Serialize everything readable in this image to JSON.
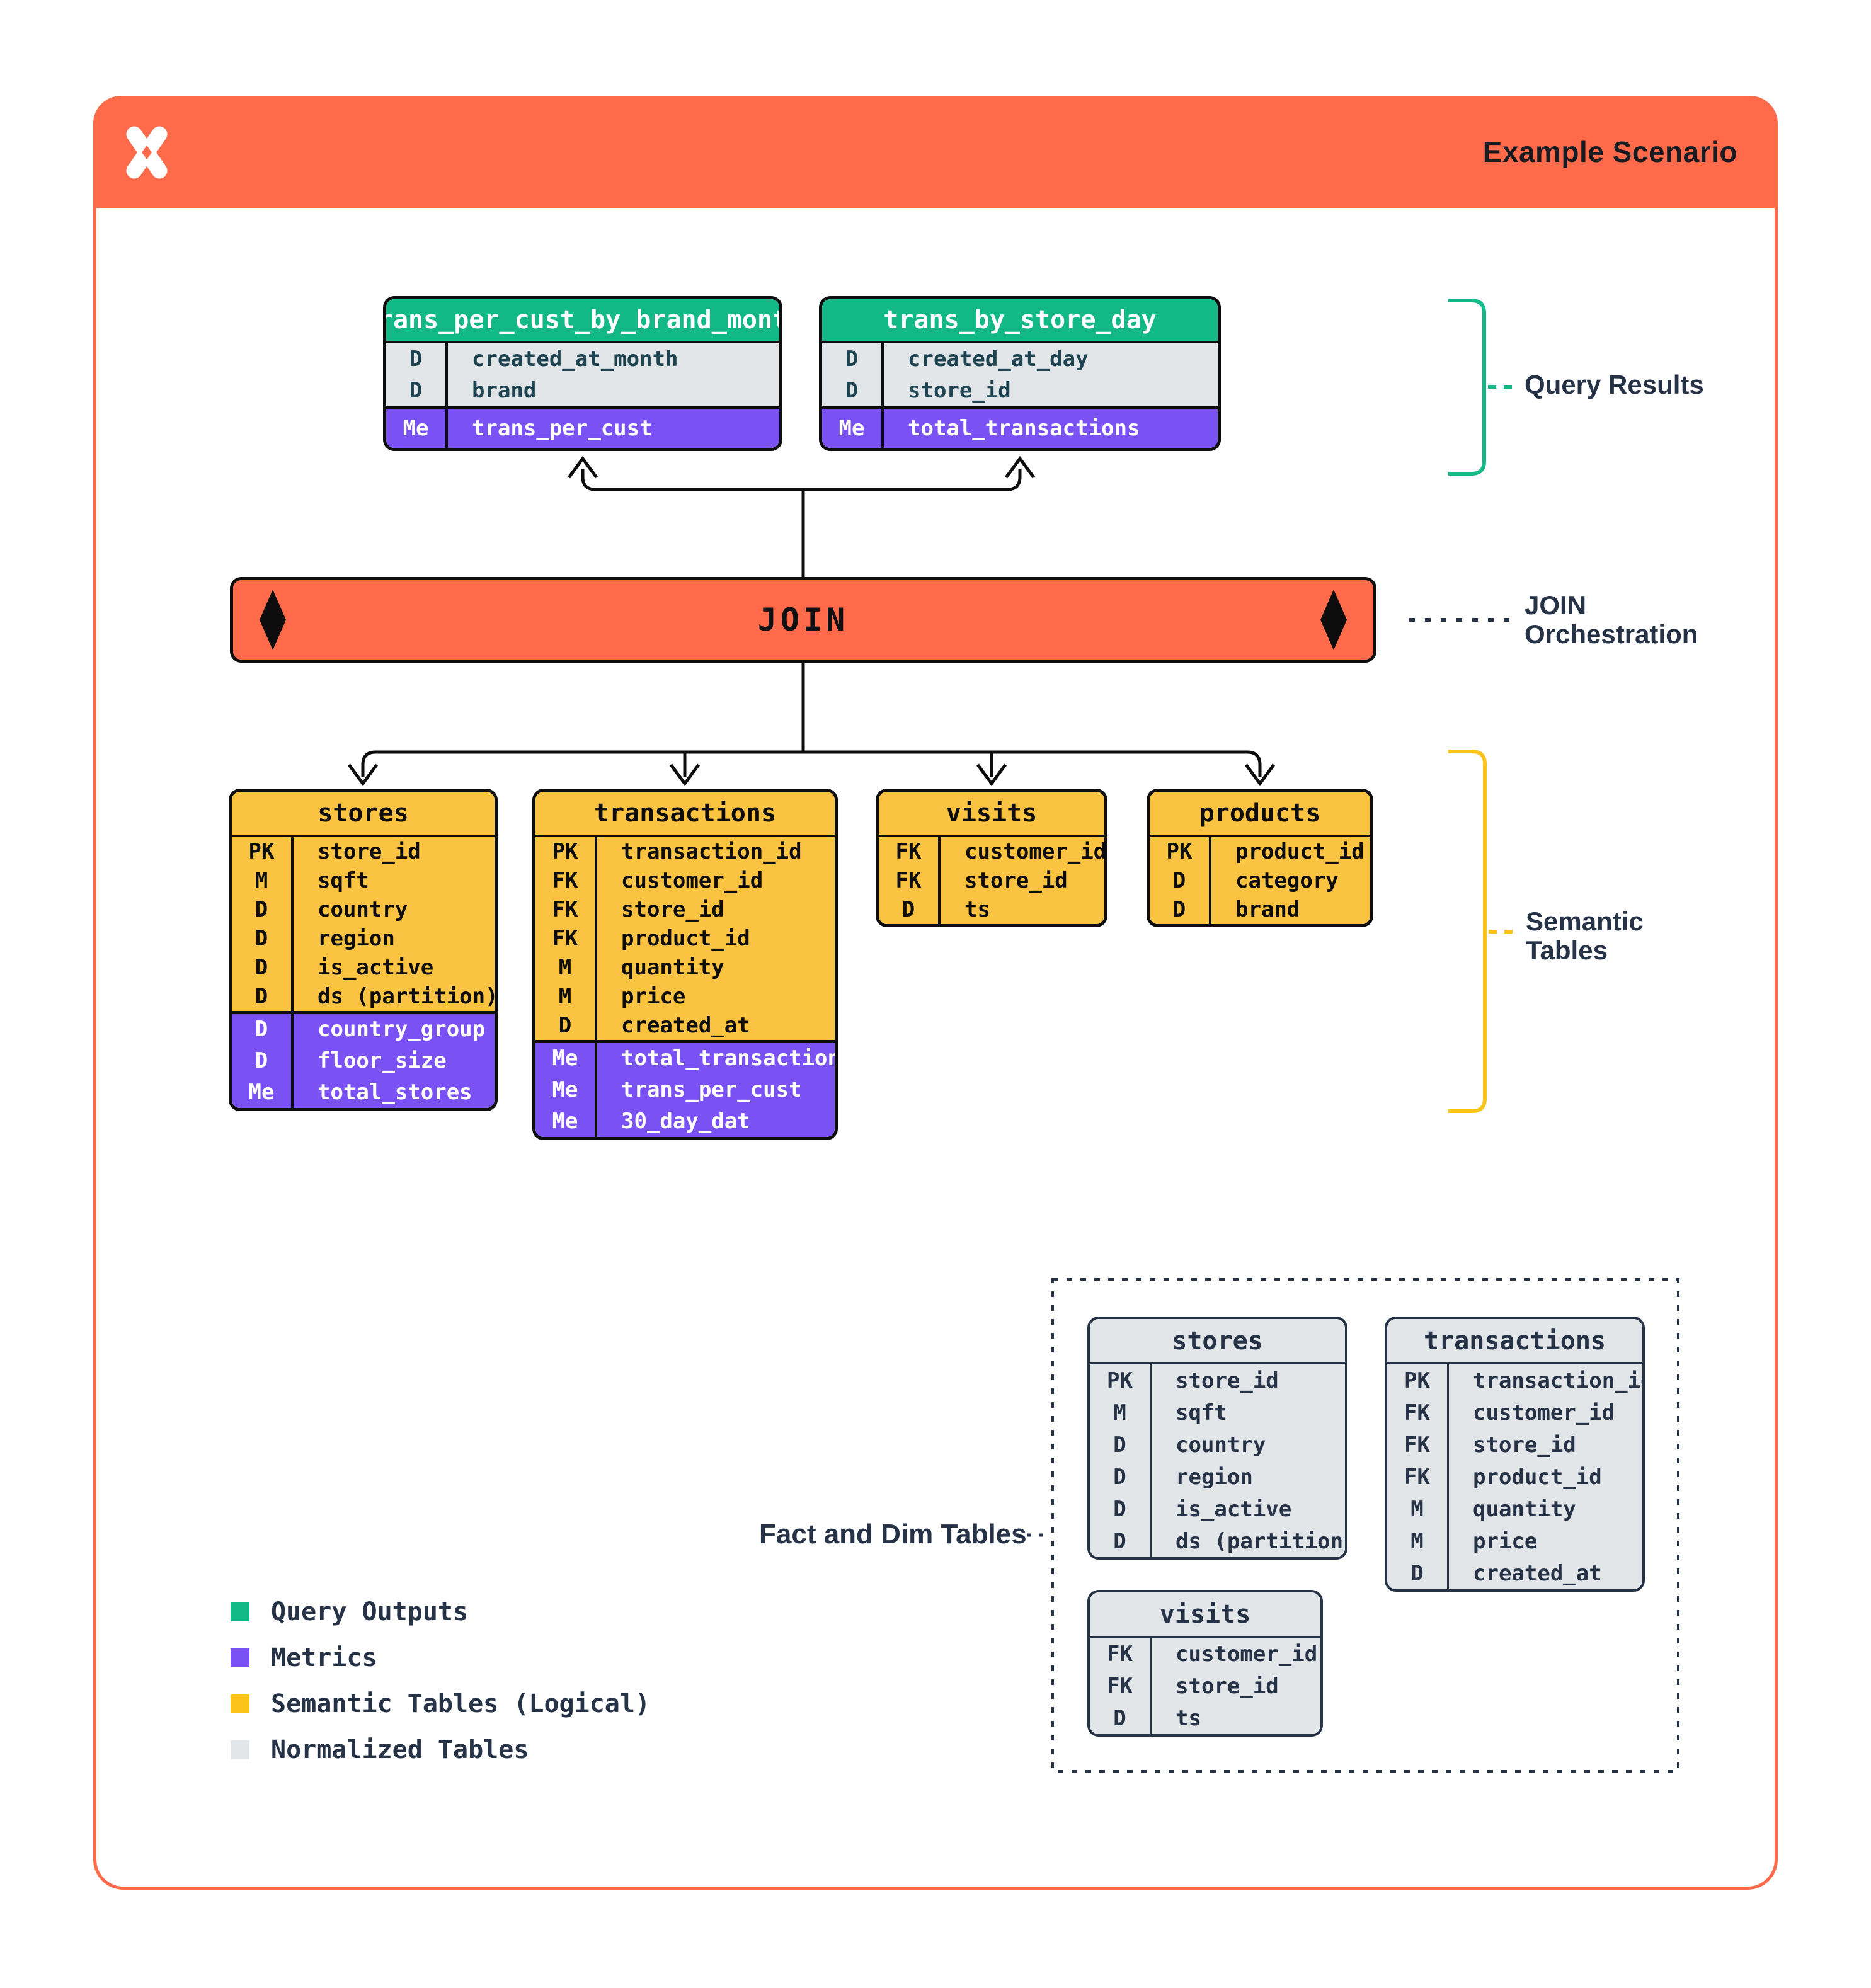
{
  "header": {
    "title": "Example Scenario"
  },
  "join_bar": {
    "label": "JOIN"
  },
  "annotations": {
    "query_results": "Query Results",
    "join_orchestration": "JOIN\nOrchestration",
    "semantic_tables": "Semantic\nTables",
    "fact_and_dim": "Fact and Dim Tables"
  },
  "query_result_tables": [
    {
      "name": "trans_per_cust_by_brand_month",
      "fields": [
        {
          "key": "D",
          "name": "created_at_month"
        },
        {
          "key": "D",
          "name": "brand"
        }
      ],
      "metrics": [
        {
          "key": "Me",
          "name": "trans_per_cust"
        }
      ]
    },
    {
      "name": "trans_by_store_day",
      "fields": [
        {
          "key": "D",
          "name": "created_at_day"
        },
        {
          "key": "D",
          "name": "store_id"
        }
      ],
      "metrics": [
        {
          "key": "Me",
          "name": "total_transactions"
        }
      ]
    }
  ],
  "semantic_tables": [
    {
      "name": "stores",
      "fields": [
        {
          "key": "PK",
          "name": "store_id"
        },
        {
          "key": "M",
          "name": "sqft"
        },
        {
          "key": "D",
          "name": "country"
        },
        {
          "key": "D",
          "name": "region"
        },
        {
          "key": "D",
          "name": "is_active"
        },
        {
          "key": "D",
          "name": "ds (partition)"
        }
      ],
      "metrics": [
        {
          "key": "D",
          "name": "country_group"
        },
        {
          "key": "D",
          "name": "floor_size"
        },
        {
          "key": "Me",
          "name": "total_stores"
        }
      ]
    },
    {
      "name": "transactions",
      "fields": [
        {
          "key": "PK",
          "name": "transaction_id"
        },
        {
          "key": "FK",
          "name": "customer_id"
        },
        {
          "key": "FK",
          "name": "store_id"
        },
        {
          "key": "FK",
          "name": "product_id"
        },
        {
          "key": "M",
          "name": "quantity"
        },
        {
          "key": "M",
          "name": "price"
        },
        {
          "key": "D",
          "name": "created_at"
        }
      ],
      "metrics": [
        {
          "key": "Me",
          "name": "total_transactions"
        },
        {
          "key": "Me",
          "name": "trans_per_cust"
        },
        {
          "key": "Me",
          "name": "30_day_dat"
        }
      ]
    },
    {
      "name": "visits",
      "fields": [
        {
          "key": "FK",
          "name": "customer_id"
        },
        {
          "key": "FK",
          "name": "store_id"
        },
        {
          "key": "D",
          "name": "ts"
        }
      ],
      "metrics": []
    },
    {
      "name": "products",
      "fields": [
        {
          "key": "PK",
          "name": "product_id"
        },
        {
          "key": "D",
          "name": "category"
        },
        {
          "key": "D",
          "name": "brand"
        }
      ],
      "metrics": []
    }
  ],
  "normalized_tables": [
    {
      "name": "stores",
      "fields": [
        {
          "key": "PK",
          "name": "store_id"
        },
        {
          "key": "M",
          "name": "sqft"
        },
        {
          "key": "D",
          "name": "country"
        },
        {
          "key": "D",
          "name": "region"
        },
        {
          "key": "D",
          "name": "is_active"
        },
        {
          "key": "D",
          "name": "ds (partition)"
        }
      ],
      "metrics": []
    },
    {
      "name": "transactions",
      "fields": [
        {
          "key": "PK",
          "name": "transaction_id"
        },
        {
          "key": "FK",
          "name": "customer_id"
        },
        {
          "key": "FK",
          "name": "store_id"
        },
        {
          "key": "FK",
          "name": "product_id"
        },
        {
          "key": "M",
          "name": "quantity"
        },
        {
          "key": "M",
          "name": "price"
        },
        {
          "key": "D",
          "name": "created_at"
        }
      ],
      "metrics": []
    },
    {
      "name": "visits",
      "fields": [
        {
          "key": "FK",
          "name": "customer_id"
        },
        {
          "key": "FK",
          "name": "store_id"
        },
        {
          "key": "D",
          "name": "ts"
        }
      ],
      "metrics": []
    }
  ],
  "legend": {
    "items": [
      {
        "label": "Query Outputs",
        "color": "#12B886"
      },
      {
        "label": "Metrics",
        "color": "#7A52F3"
      },
      {
        "label": "Semantic Tables (Logical)",
        "color": "#FCC419"
      },
      {
        "label": "Normalized Tables",
        "color": "#E3E6E9"
      }
    ]
  },
  "colors": {
    "accent_orange": "#FF6B4A",
    "query_output_green": "#12B886",
    "metric_purple": "#7A52F3",
    "semantic_yellow": "#FBC342",
    "normalized_gray": "#E3E6E9",
    "navy_text": "#263246",
    "line_black": "#0D0D0D"
  }
}
